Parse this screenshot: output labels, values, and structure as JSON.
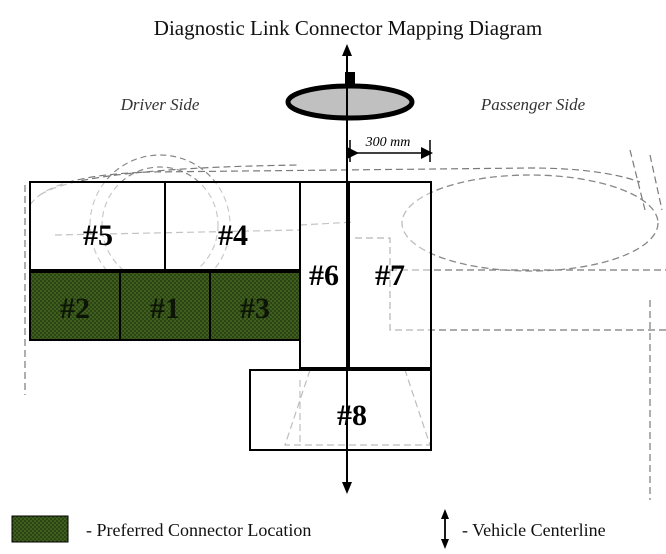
{
  "title": "Diagnostic Link Connector Mapping Diagram",
  "labels": {
    "driver_side": "Driver Side",
    "passenger_side": "Passenger Side",
    "dimension": "300 mm"
  },
  "zones": [
    {
      "id": "zone-5",
      "label": "#5",
      "preferred": false
    },
    {
      "id": "zone-4",
      "label": "#4",
      "preferred": false
    },
    {
      "id": "zone-2",
      "label": "#2",
      "preferred": true
    },
    {
      "id": "zone-1",
      "label": "#1",
      "preferred": true
    },
    {
      "id": "zone-3",
      "label": "#3",
      "preferred": true
    },
    {
      "id": "zone-6",
      "label": "#6",
      "preferred": false
    },
    {
      "id": "zone-7",
      "label": "#7",
      "preferred": false
    },
    {
      "id": "zone-8",
      "label": "#8",
      "preferred": false
    }
  ],
  "legend": {
    "preferred_label": "-  Preferred Connector Location",
    "centerline_label": "-  Vehicle Centerline"
  },
  "colors": {
    "preferred_fill": "#3f5f1e",
    "preferred_texture": "#2c4413",
    "line": "#000000",
    "dashed": "#777777"
  }
}
